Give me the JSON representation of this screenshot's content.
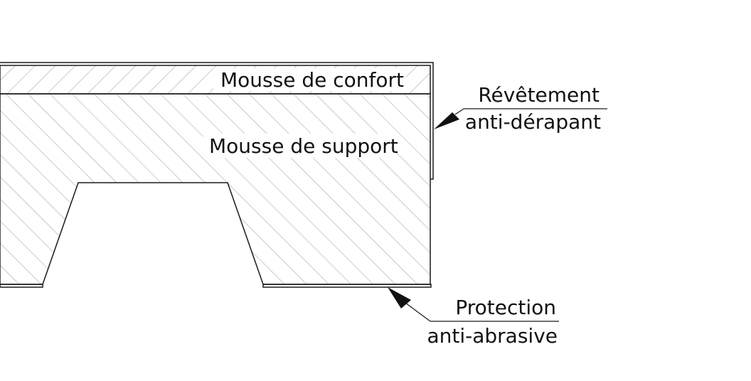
{
  "labels": {
    "comfort_foam": "Mousse de confort",
    "support_foam": "Mousse de support",
    "anti_slip_line1": "Révêtement",
    "anti_slip_line2": "anti-dérapant",
    "anti_abrasion_line1": "Protection",
    "anti_abrasion_line2": "anti-abrasive"
  },
  "colors": {
    "line": "#1a1a1a",
    "hatch": "#9a9a9a",
    "background": "#ffffff"
  }
}
